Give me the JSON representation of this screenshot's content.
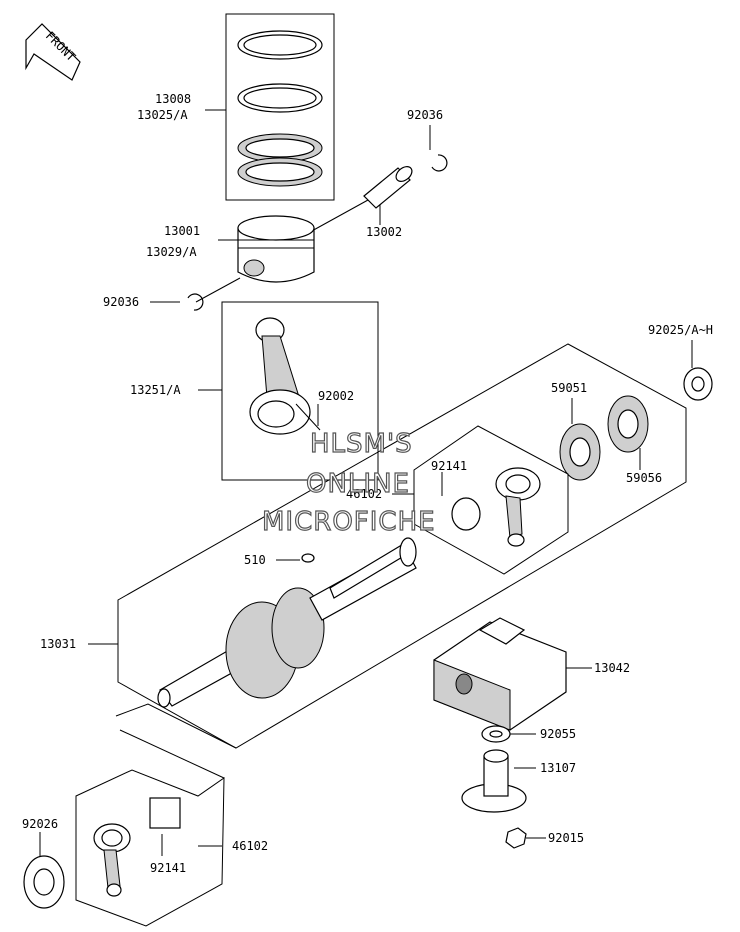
{
  "front_arrow": {
    "label": "FRONT"
  },
  "labels": {
    "p13008": "13008",
    "p13025a": "13025/A",
    "p92036_top": "92036",
    "p13001": "13001",
    "p13029a": "13029/A",
    "p13002": "13002",
    "p92036_left": "92036",
    "p13251a": "13251/A",
    "p92002": "92002",
    "p92025ah": "92025/A~H",
    "p59051": "59051",
    "p59056": "59056",
    "p92141_top": "92141",
    "p46102_top": "46102",
    "p510": "510",
    "p13031": "13031",
    "p13042": "13042",
    "p92055": "92055",
    "p13107": "13107",
    "p92015": "92015",
    "p92026": "92026",
    "p92141_bottom": "92141",
    "p46102_bottom": "46102"
  },
  "watermark": {
    "line1": "HLSM'S",
    "line2": "ONLINE",
    "line3": "MICROFICHE"
  }
}
